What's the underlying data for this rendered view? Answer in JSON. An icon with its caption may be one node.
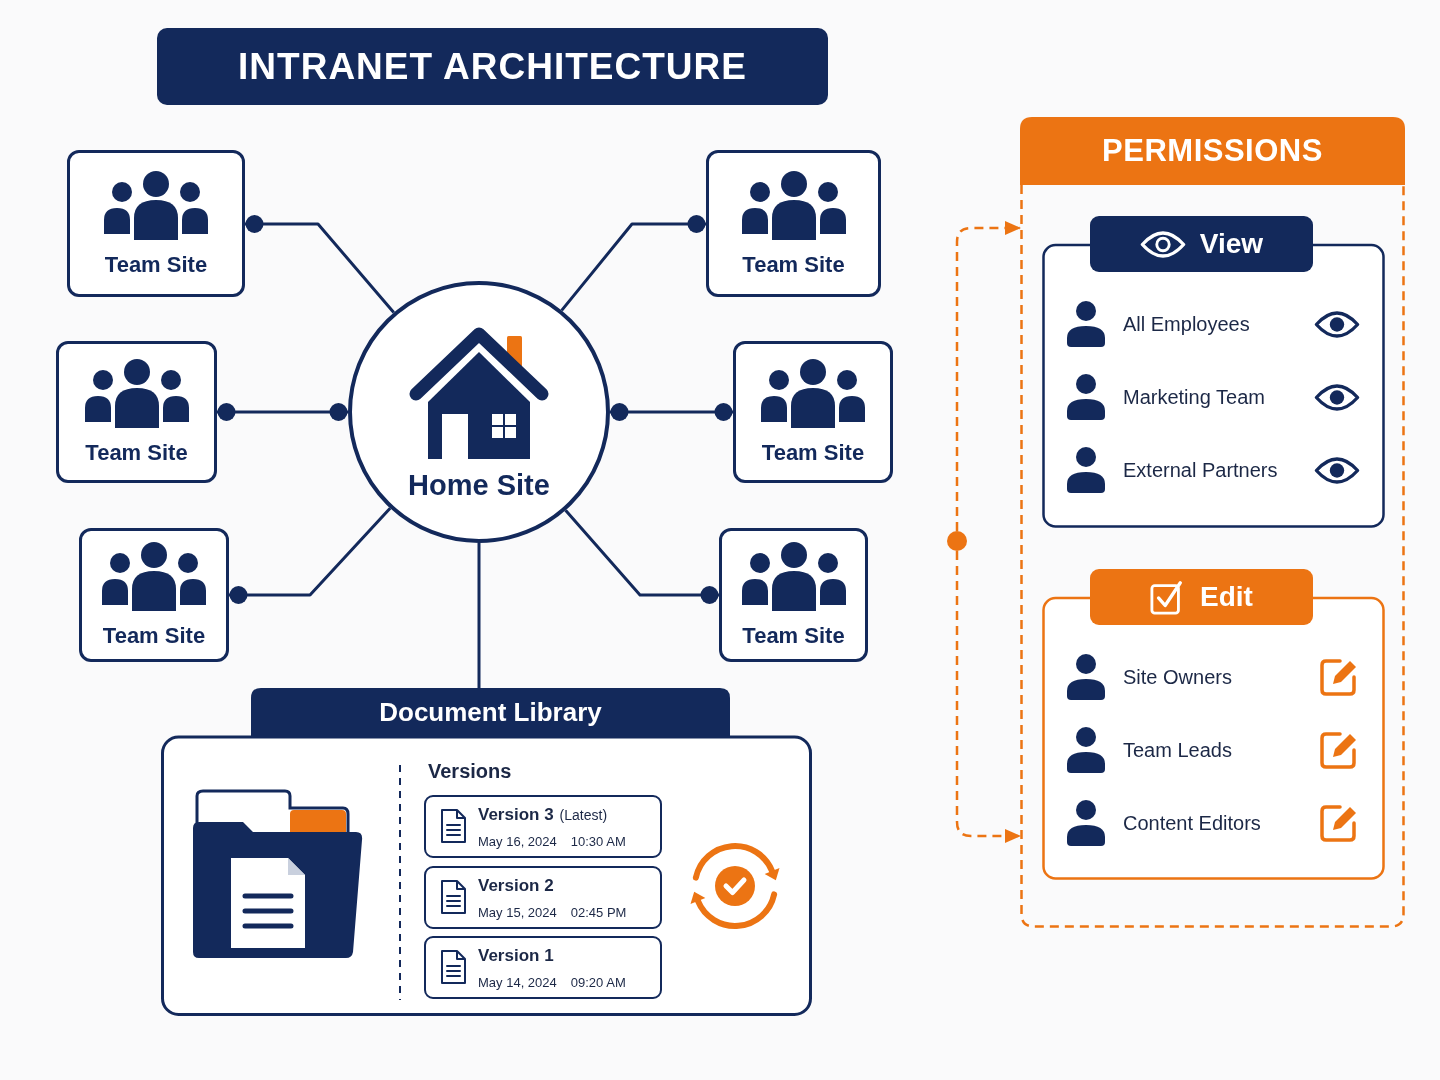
{
  "diagram": {
    "title": "INTRANET ARCHITECTURE",
    "nodes": [
      {
        "text": [
          "Home Site"
        ]
      },
      {
        "text": [
          "Team Site"
        ]
      },
      {
        "text": [
          "Team Site"
        ]
      },
      {
        "text": [
          "Team Site"
        ]
      },
      {
        "text": [
          "Team Site"
        ]
      },
      {
        "text": [
          "Team Site"
        ]
      },
      {
        "text": [
          "Team Site"
        ]
      },
      {
        "text": [
          "Document Library",
          "Versions"
        ]
      },
      {
        "text": [
          "Version 3",
          "(Latest)",
          "May 16, 2024",
          "10:30 AM"
        ],
        "in": 7
      },
      {
        "text": [
          "Version 2",
          "May 15, 2024",
          "02:45 PM"
        ],
        "in": 7
      },
      {
        "text": [
          "Version 1",
          "May 14, 2024",
          "09:20 AM"
        ],
        "in": 7
      },
      {
        "text": [
          "PERMISSIONS"
        ]
      },
      {
        "text": [
          "View",
          "All Employees",
          "Marketing Team",
          "External Partners"
        ],
        "in": 11
      },
      {
        "text": [
          "Edit",
          "Site Owners",
          "Team Leads",
          "Content Editors"
        ],
        "in": 11
      },
      {
        "text": [],
        "shape": "circle"
      }
    ],
    "edges": [
      {
        "from": 0,
        "to": 1,
        "arrow": "other"
      },
      {
        "from": 0,
        "to": 2,
        "arrow": "other"
      },
      {
        "from": 0,
        "to": 3,
        "arrow": "other"
      },
      {
        "from": 0,
        "to": 4,
        "arrow": "other"
      },
      {
        "from": 0,
        "to": 5,
        "arrow": "other"
      },
      {
        "from": 0,
        "to": 6,
        "arrow": "other"
      },
      {
        "from": 0,
        "to": 7,
        "arrow": "none"
      },
      {
        "from": 14,
        "to": 11,
        "arrow": "to",
        "style": "dashed",
        "color": "#ec7413"
      },
      {
        "from": 14,
        "to": 11,
        "arrow": "to",
        "style": "dashed",
        "color": "#ec7413"
      }
    ]
  }
}
